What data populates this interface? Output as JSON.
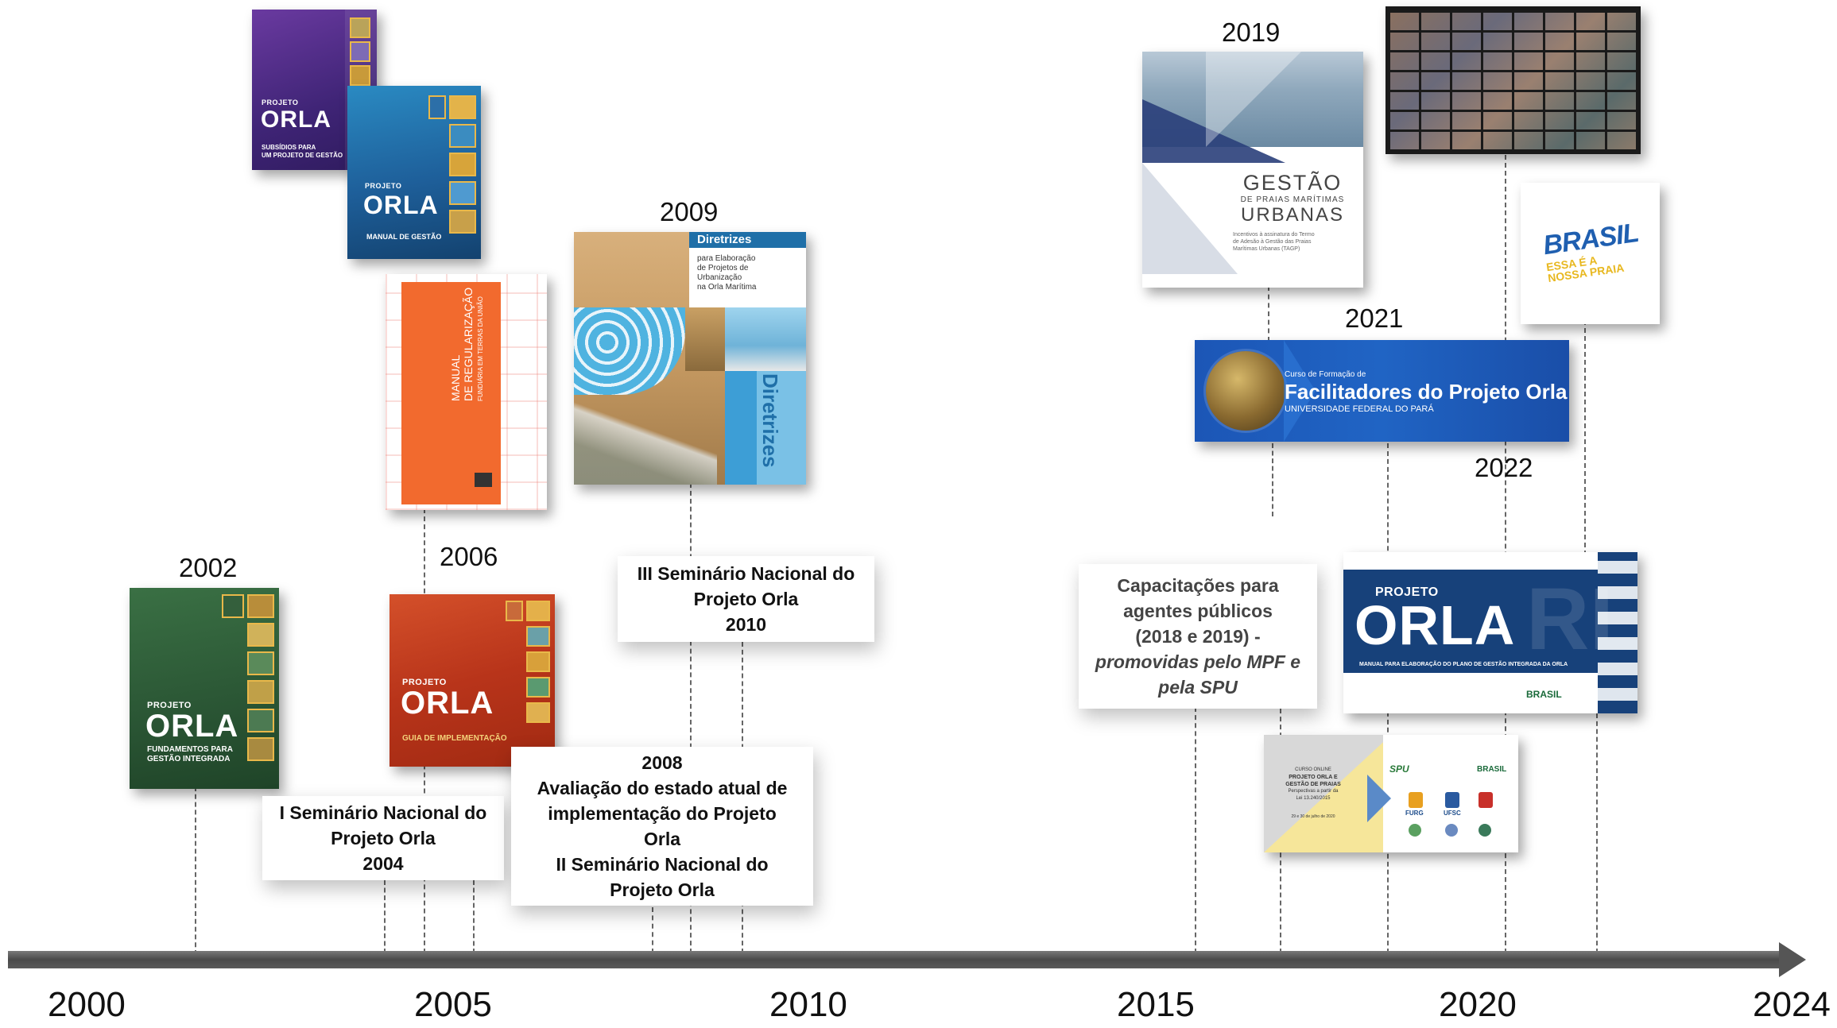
{
  "axis": {
    "labels": [
      "2000",
      "2005",
      "2010",
      "2015",
      "2020",
      "2024"
    ]
  },
  "years": {
    "y2002": "2002",
    "y2006": "2006",
    "y2009": "2009",
    "y2019": "2019",
    "y2021": "2021",
    "y2022": "2022"
  },
  "events": {
    "e2004": {
      "line1": "I Seminário Nacional do",
      "line2": "Projeto Orla",
      "line3": "2004"
    },
    "e2008": {
      "line1": "2008",
      "line2": "Avaliação do estado atual de",
      "line3": "implementação do Projeto",
      "line4": "Orla",
      "line5": "II Seminário Nacional do",
      "line6": "Projeto Orla"
    },
    "e2010": {
      "line1": "III Seminário Nacional do",
      "line2": "Projeto Orla",
      "line3": "2010"
    },
    "capacitacoes": {
      "line1": "Capacitações para",
      "line2": "agentes públicos",
      "line3": "(2018 e 2019) -",
      "line4": "promovidas pelo MPF e",
      "line5": "pela SPU"
    }
  },
  "covers": {
    "subsidios": {
      "small": "PROJETO",
      "big": "ORLA",
      "sub1": "SUBSÍDIOS PARA",
      "sub2": "UM PROJETO DE GESTÃO"
    },
    "manual": {
      "small": "PROJETO",
      "big": "ORLA",
      "sub1": "MANUAL DE GESTÃO"
    },
    "regularizacao": {
      "title1": "MANUAL",
      "title2": "DE REGULARIZAÇÃO",
      "title3": "FUNDIÁRIA EM TERRAS DA UNIÃO"
    },
    "diretrizes": {
      "title": "Diretrizes",
      "sub1": "para Elaboração",
      "sub2": "de Projetos de",
      "sub3": "Urbanização",
      "sub4": "na Orla Marítima",
      "vertical": "Diretrizes"
    },
    "fundamentos": {
      "small": "PROJETO",
      "big": "ORLA",
      "sub1": "FUNDAMENTOS PARA",
      "sub2": "GESTÃO INTEGRADA"
    },
    "guia": {
      "small": "PROJETO",
      "big": "ORLA",
      "sub1": "GUIA DE IMPLEMENTAÇÃO"
    },
    "gestao": {
      "line1": "GESTÃO",
      "line2": "DE PRAIAS MARÍTIMAS",
      "line3": "URBANAS",
      "note1": "Incentivos à assinatura do Termo",
      "note2": "de Adesão à Gestão das Praias",
      "note3": "Marítimas Urbanas (TAGP)"
    },
    "brasil": {
      "line1": "BRASIL",
      "line2": "ESSA É A",
      "line3": "NOSSA PRAIA"
    },
    "facilitadores": {
      "small": "Curso de Formação de",
      "title": "Facilitadores do Projeto Orla",
      "sub": "UNIVERSIDADE FEDERAL DO PARÁ"
    },
    "orla2022": {
      "small": "PROJETO",
      "big": "ORLA",
      "sub": "MANUAL PARA ELABORAÇÃO DO PLANO DE GESTÃO INTEGRADA DA ORLA",
      "brand": "BRASIL"
    },
    "curso": {
      "l1": "CURSO ONLINE",
      "l2": "PROJETO ORLA E",
      "l3": "GESTÃO DE PRAIAS",
      "l4": "Perspectivas a partir da",
      "l5": "Lei 13.240/2015",
      "date": "29 e 30 de julho de 2020",
      "spu": "SPU",
      "brasil": "BRASIL",
      "furg": "FURG",
      "ufsc": "UFSC"
    }
  },
  "colors": {
    "axis": "#555555",
    "dash": "#666666",
    "purple": "#4b2a82",
    "blue": "#1f5f9a",
    "orange": "#f26a2e",
    "green": "#2c5a34",
    "red": "#c2381c",
    "navy": "#17417a"
  }
}
